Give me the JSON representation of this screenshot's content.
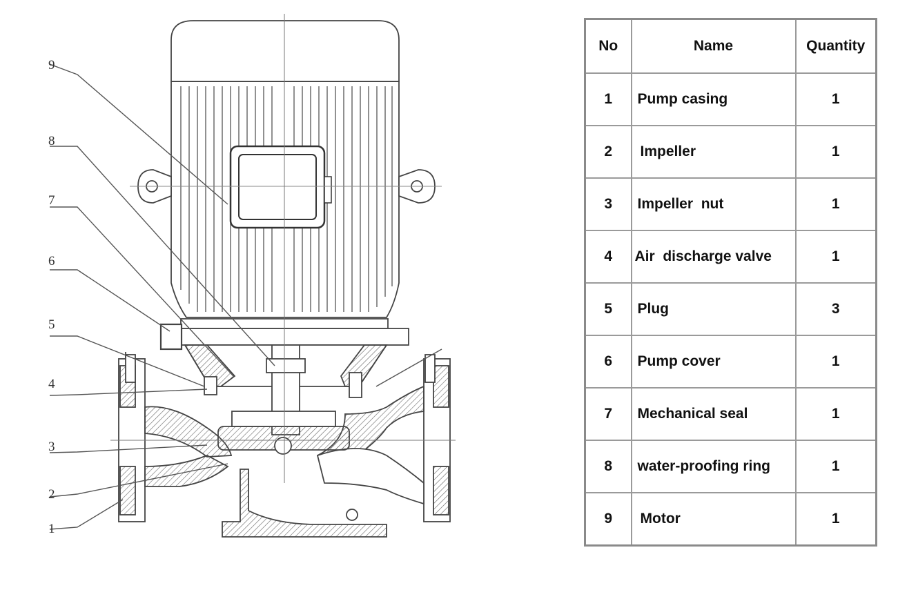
{
  "diagram": {
    "callouts": [
      "1",
      "2",
      "3",
      "4",
      "5",
      "6",
      "7",
      "8",
      "9"
    ]
  },
  "table": {
    "headers": {
      "no": "No",
      "name": "Name",
      "quantity": "Quantity"
    },
    "rows": [
      {
        "no": "1",
        "name": "Pump casing",
        "quantity": "1"
      },
      {
        "no": "2",
        "name": "Impeller",
        "quantity": "1"
      },
      {
        "no": "3",
        "name": "Impeller  nut",
        "quantity": "1"
      },
      {
        "no": "4",
        "name": "Air  discharge valve",
        "quantity": "1"
      },
      {
        "no": "5",
        "name": "Plug",
        "quantity": "3"
      },
      {
        "no": "6",
        "name": "Pump cover",
        "quantity": "1"
      },
      {
        "no": "7",
        "name": "Mechanical seal",
        "quantity": "1"
      },
      {
        "no": "8",
        "name": "water-proofing ring",
        "quantity": "1"
      },
      {
        "no": "9",
        "name": "Motor",
        "quantity": "1"
      }
    ]
  }
}
